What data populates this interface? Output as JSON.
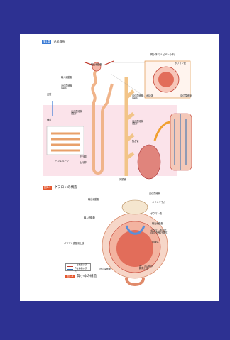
{
  "header": {
    "chapter_badge": "第1章",
    "title": "泌尿器系"
  },
  "figure1": {
    "caption_badge": "図1-3",
    "caption": "ネフロンの構造",
    "labels": {
      "renal_corpuscle": "腎小体(マルピギー小体)",
      "bowman_capsule": "ボウマン嚢",
      "afferent_arteriole": "輸入細動脈",
      "efferent_arteriole": "輸出細動脈",
      "proximal_tubule": "近位尿細管\n(曲部)",
      "cortex": "皮質",
      "medulla": "髄質",
      "proximal_straight": "近位尿細管\n(直部)",
      "distal_tubule": "遠位尿細管\n(曲部)",
      "distal_straight": "遠位尿細管\n(直部)",
      "collecting_duct": "集合管",
      "loop_of_henle": "ヘンレループ",
      "descending_limb": "下行脚",
      "ascending_limb": "上行脚",
      "papillary_duct": "乳頭管",
      "glomerulus": "糸球体",
      "vas_deferens": "遠位尿細管"
    }
  },
  "figure2": {
    "caption_badge": "図1-4",
    "caption": "腎小体の構造",
    "labels": {
      "efferent": "輸出細動脈",
      "distal": "遠位尿細管",
      "mesangium": "メサンギウム",
      "afferent": "輸入細動脈",
      "bowman": "ボウマン嚢",
      "bowman_inner": "ボウマン嚢内腔\n(原尿を受け取る)",
      "glomerulus": "糸球体",
      "bowman_parietal": "ボウマン嚢壁側上皮",
      "proximal": "近位尿細管",
      "bowman_visceral": "ボウマン嚢の\n臓側上皮"
    },
    "legend": {
      "arterial": "…は動脈の流れ",
      "venous": "…は静脈の流れ"
    }
  }
}
